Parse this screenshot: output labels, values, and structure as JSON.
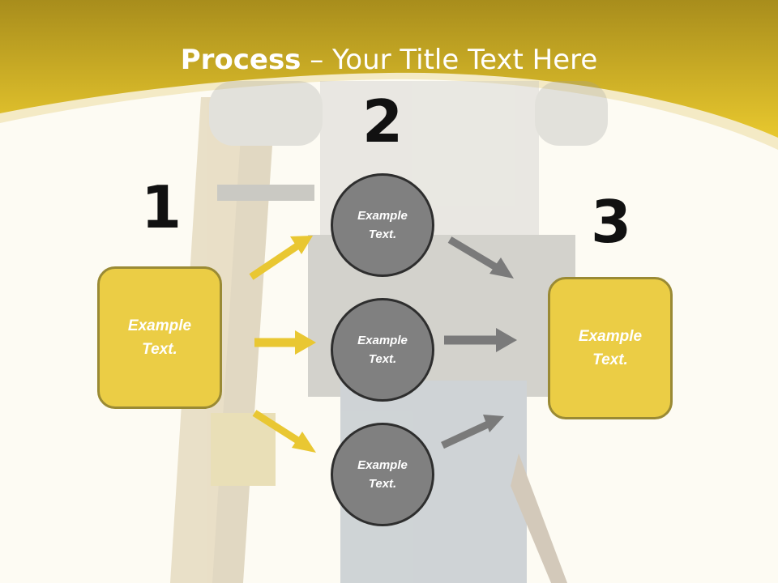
{
  "colors": {
    "band_dark": "#a88d1c",
    "band_light": "#e8c82e",
    "box_fill": "#ebcd45",
    "box_border": "#9a8a34",
    "circle_fill": "#808080",
    "circle_border": "#2e2e2e",
    "arrow_yellow": "#e9c732",
    "arrow_gray": "#7a7a7a"
  },
  "title": {
    "bold": "Process",
    "rest": " – Your Title Text Here"
  },
  "steps": [
    {
      "number": "1",
      "text": "Example Text."
    },
    {
      "number": "2",
      "items": [
        "Example Text.",
        "Example Text.",
        "Example Text."
      ]
    },
    {
      "number": "3",
      "text": "Example Text."
    }
  ]
}
